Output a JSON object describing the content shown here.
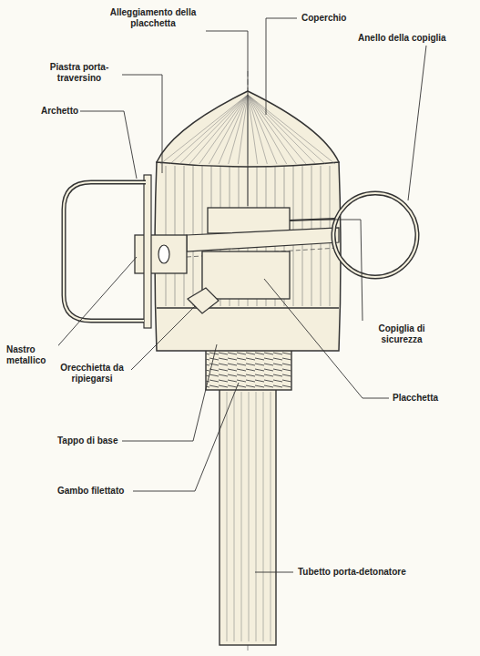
{
  "diagram": {
    "labels": [
      "Alleggiamento della placchetta",
      "Coperchio",
      "Anello della copiglia",
      "Piastra porta-traversino",
      "Archetto",
      "Copiglia di sicurezza",
      "Nastro metallico",
      "Orecchietta da ripiegarsi",
      "Tappo di base",
      "Gambo filettato",
      "Placchetta",
      "Tubetto porta-detonatore"
    ]
  }
}
